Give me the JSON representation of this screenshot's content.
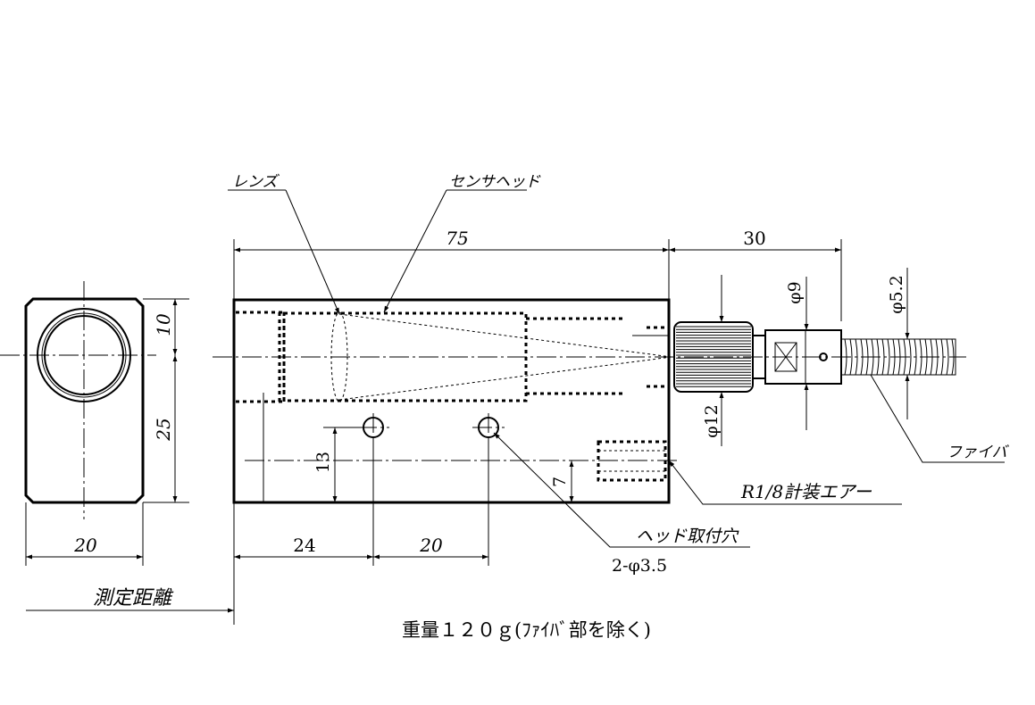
{
  "labels": {
    "lens": "レンズ",
    "sensor_head": "センサヘッド",
    "fiber": "ファイバ",
    "air_port": "R1/8計装エアー",
    "mount_holes": "ヘッド取付穴",
    "mount_holes_spec": "2-φ3.5",
    "measuring_distance": "測定距離",
    "weight_note": "重量１２０ｇ(ﾌｧｲﾊﾞ部を除く)"
  },
  "dimensions": {
    "body_length": "75",
    "fiber_section_length": "30",
    "side_width": "20",
    "side_top": "10",
    "side_bottom": "25",
    "hole_height": "13",
    "hole_offset": "24",
    "hole_pitch": "20",
    "air_height": "7",
    "nut_diameter": "φ12",
    "connector_diameter": "φ9",
    "fiber_diameter": "φ5.2"
  },
  "colors": {
    "ink": "#000000",
    "paper": "#ffffff"
  }
}
